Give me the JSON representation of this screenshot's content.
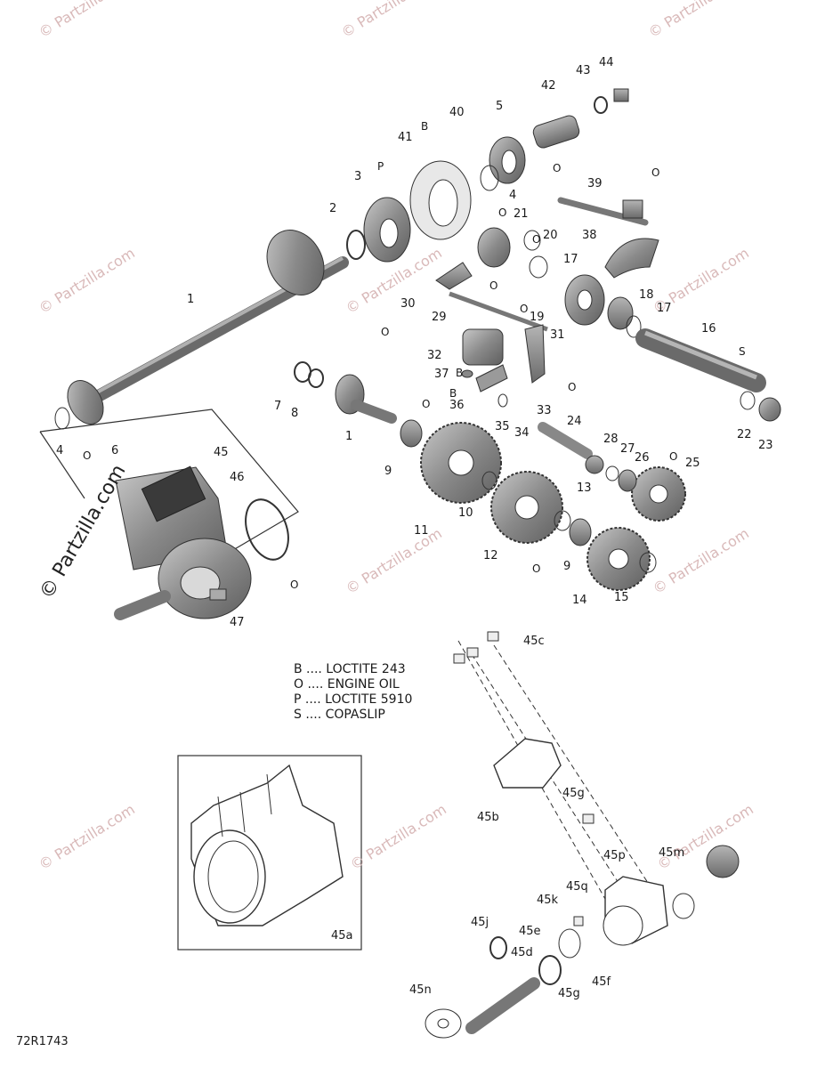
{
  "watermark": "© Partzilla.com",
  "legend": [
    {
      "code": "B",
      "text": "B .... LOCTITE 243"
    },
    {
      "code": "O",
      "text": "O .... ENGINE OIL"
    },
    {
      "code": "P",
      "text": "P .... LOCTITE 5910"
    },
    {
      "code": "S",
      "text": "S .... COPASLIP"
    }
  ],
  "diagram_ref": "72R1743",
  "subassembly_label": "45a",
  "callouts": {
    "c1a": "1",
    "c1b": "1",
    "c2": "2",
    "c3": "3",
    "c4a": "4",
    "c4b": "4",
    "c5": "5",
    "c6": "6",
    "c7": "7",
    "c8": "8",
    "c9a": "9",
    "c9b": "9",
    "c10": "10",
    "c11": "11",
    "c12": "12",
    "c13": "13",
    "c14": "14",
    "c15": "15",
    "c16": "16",
    "c17a": "17",
    "c17b": "17",
    "c18": "18",
    "c19": "19",
    "c20": "20",
    "c21": "21",
    "c22": "22",
    "c23": "23",
    "c24": "24",
    "c25": "25",
    "c26": "26",
    "c27": "27",
    "c28": "28",
    "c29": "29",
    "c30": "30",
    "c31": "31",
    "c32": "32",
    "c33": "33",
    "c34": "34",
    "c35": "35",
    "c36": "36",
    "c37": "37",
    "c38": "38",
    "c39": "39",
    "c40": "40",
    "c41": "41",
    "c42": "42",
    "c43": "43",
    "c44": "44",
    "c45": "45",
    "c46": "46",
    "c47": "47",
    "c45b": "45b",
    "c45c": "45c",
    "c45d": "45d",
    "c45e": "45e",
    "c45f": "45f",
    "c45g1": "45g",
    "c45g2": "45g",
    "c45j": "45j",
    "c45k": "45k",
    "c45m": "45m",
    "c45n": "45n",
    "c45p": "45p",
    "c45q": "45q"
  },
  "symbols": {
    "B": "B",
    "O": "O",
    "P": "P",
    "S": "S"
  },
  "colors": {
    "line": "#1a1a1a",
    "part_fill": "#8a8a8a",
    "part_dark": "#555555",
    "watermark": "#d9b9b9"
  }
}
